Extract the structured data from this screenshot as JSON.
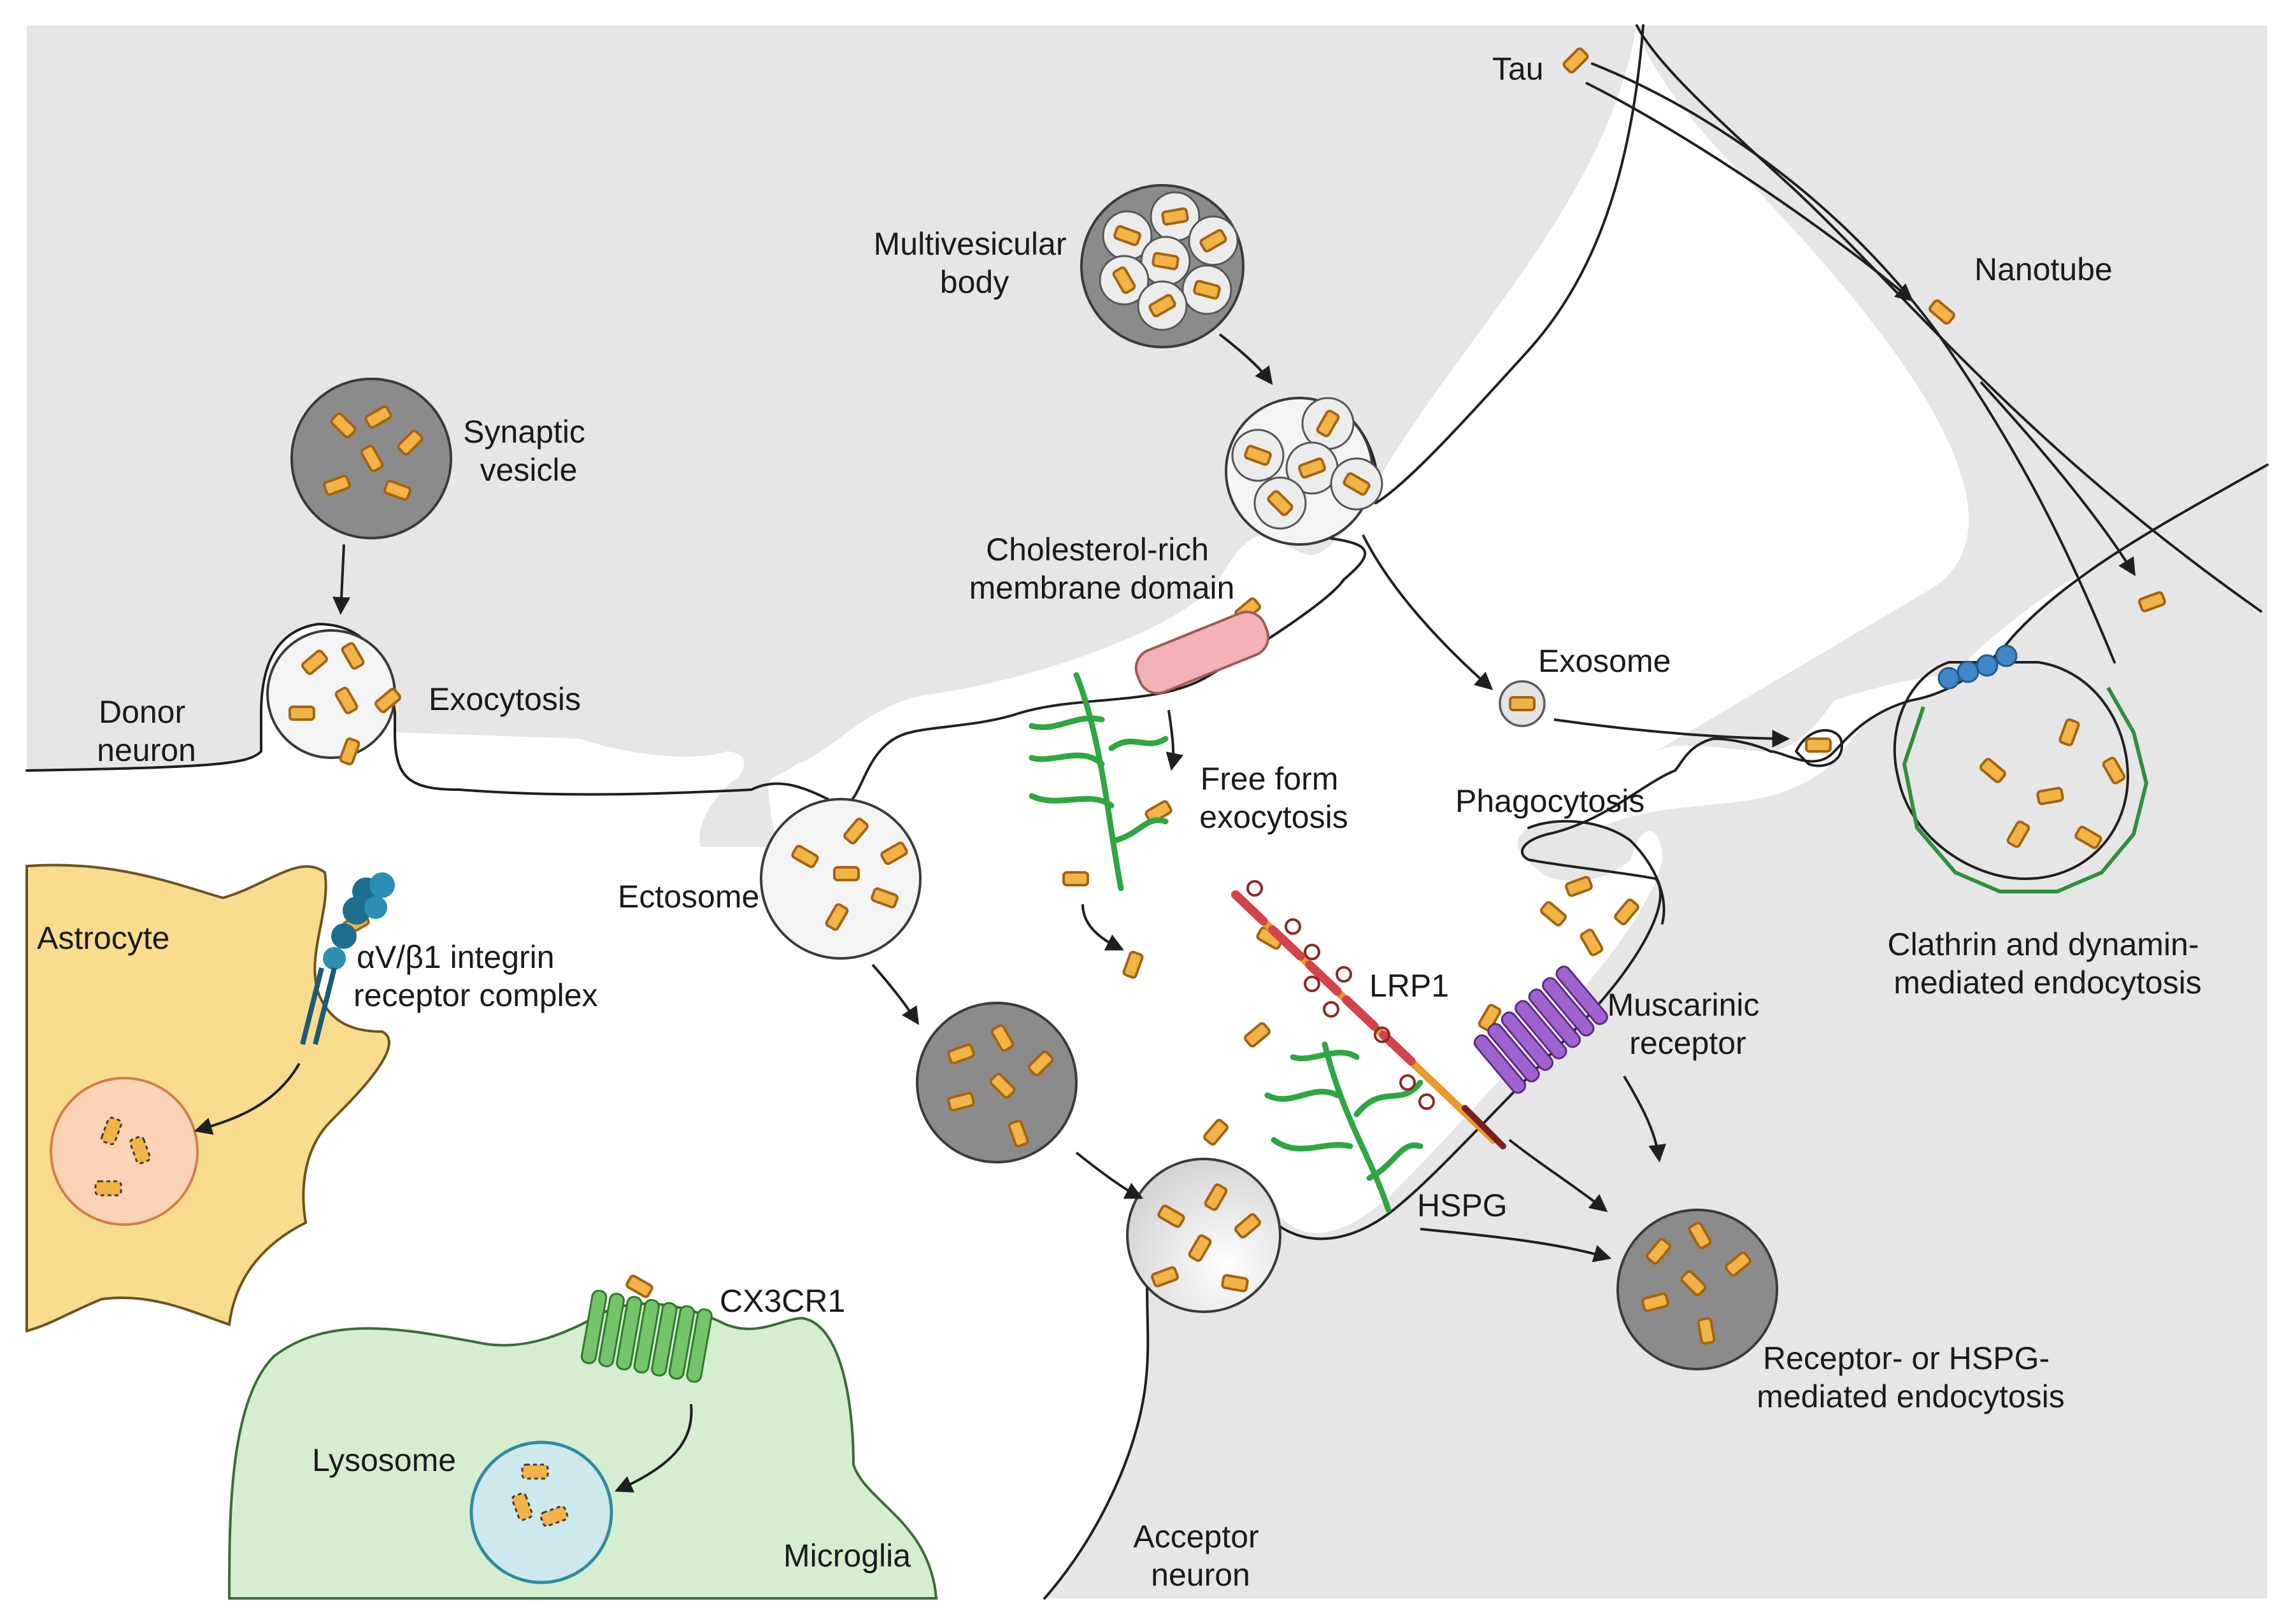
{
  "labels": {
    "tau": "Tau",
    "nanotube": "Nanotube",
    "multivesicular_body": [
      "Multivesicular",
      "body"
    ],
    "synaptic_vesicle": [
      "Synaptic",
      "vesicle"
    ],
    "cholesterol_domain": [
      "Cholesterol-rich",
      "membrane domain"
    ],
    "exosome": "Exosome",
    "donor_neuron": [
      "Donor",
      "neuron"
    ],
    "exocytosis": "Exocytosis",
    "free_form_exocytosis": [
      "Free form",
      "exocytosis"
    ],
    "phagocytosis": "Phagocytosis",
    "clathrin": [
      "Clathrin and dynamin-",
      "mediated endocytosis"
    ],
    "astrocyte": "Astrocyte",
    "integrin": [
      "αV/β1 integrin",
      "receptor complex"
    ],
    "ectosome": "Ectosome",
    "lrp1": "LRP1",
    "muscarinic": [
      "Muscarinic",
      "receptor"
    ],
    "hspg": "HSPG",
    "receptor_endocytosis": [
      "Receptor- or HSPG-",
      "mediated endocytosis"
    ],
    "cx3cr1": "CX3CR1",
    "lysosome": "Lysosome",
    "microglia": "Microglia",
    "acceptor_neuron": [
      "Acceptor",
      "neuron"
    ]
  },
  "colors": {
    "neuron_fill": "#e6e6e6",
    "astrocyte_fill": "#f9dc8e",
    "microglia_fill": "#d5eed0",
    "tau_fill": "#f2b347",
    "vesicle_dark": "#8b8b8b",
    "membrane_raft": "#f3b3b5",
    "clathrin": "#2f8f3e",
    "dynamin": "#3e86c8",
    "hspg": "#2fa644",
    "muscarinic": "#8a4fc0",
    "cx3cr1": "#5fb14f",
    "integrin": "#1d6e8f",
    "lrp1": "#e06a2a"
  }
}
